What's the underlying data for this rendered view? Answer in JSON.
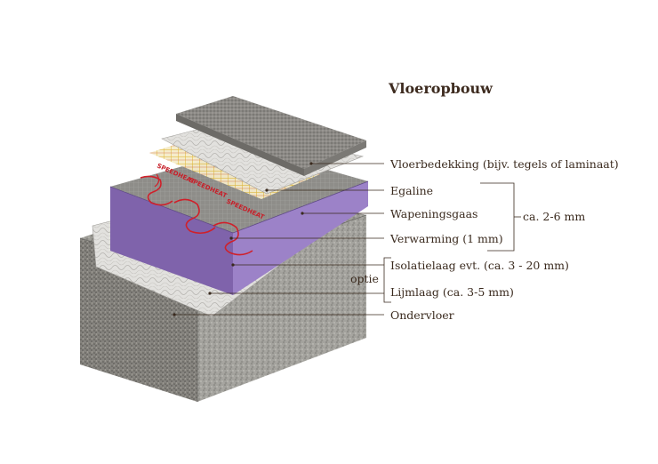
{
  "title": "Vloeropbouw",
  "labels": {
    "vloerbedekking": "Vloerbedekking (bijv. tegels of laminaat)",
    "egaline": "Egaline",
    "wapeningsgaas": "Wapeningsgaas",
    "verwarming": "Verwarming (1 mm)",
    "isolatielaag": "Isolatielaag evt. (ca. 3 - 20 mm)",
    "lijmlaag": "Lijmlaag (ca. 3-5 mm)",
    "ondervloer": "Ondervloer",
    "optie": "optie",
    "range": "ca. 2-6 mm"
  },
  "heater_text": "SPEEDHEAT",
  "colors": {
    "text": "#3a2a1e",
    "insulation": "#8e72b8",
    "heating_wire": "#d0202a",
    "mesh": "#e8c84a",
    "concrete": "#9a9890",
    "tile": "#8a8784"
  }
}
